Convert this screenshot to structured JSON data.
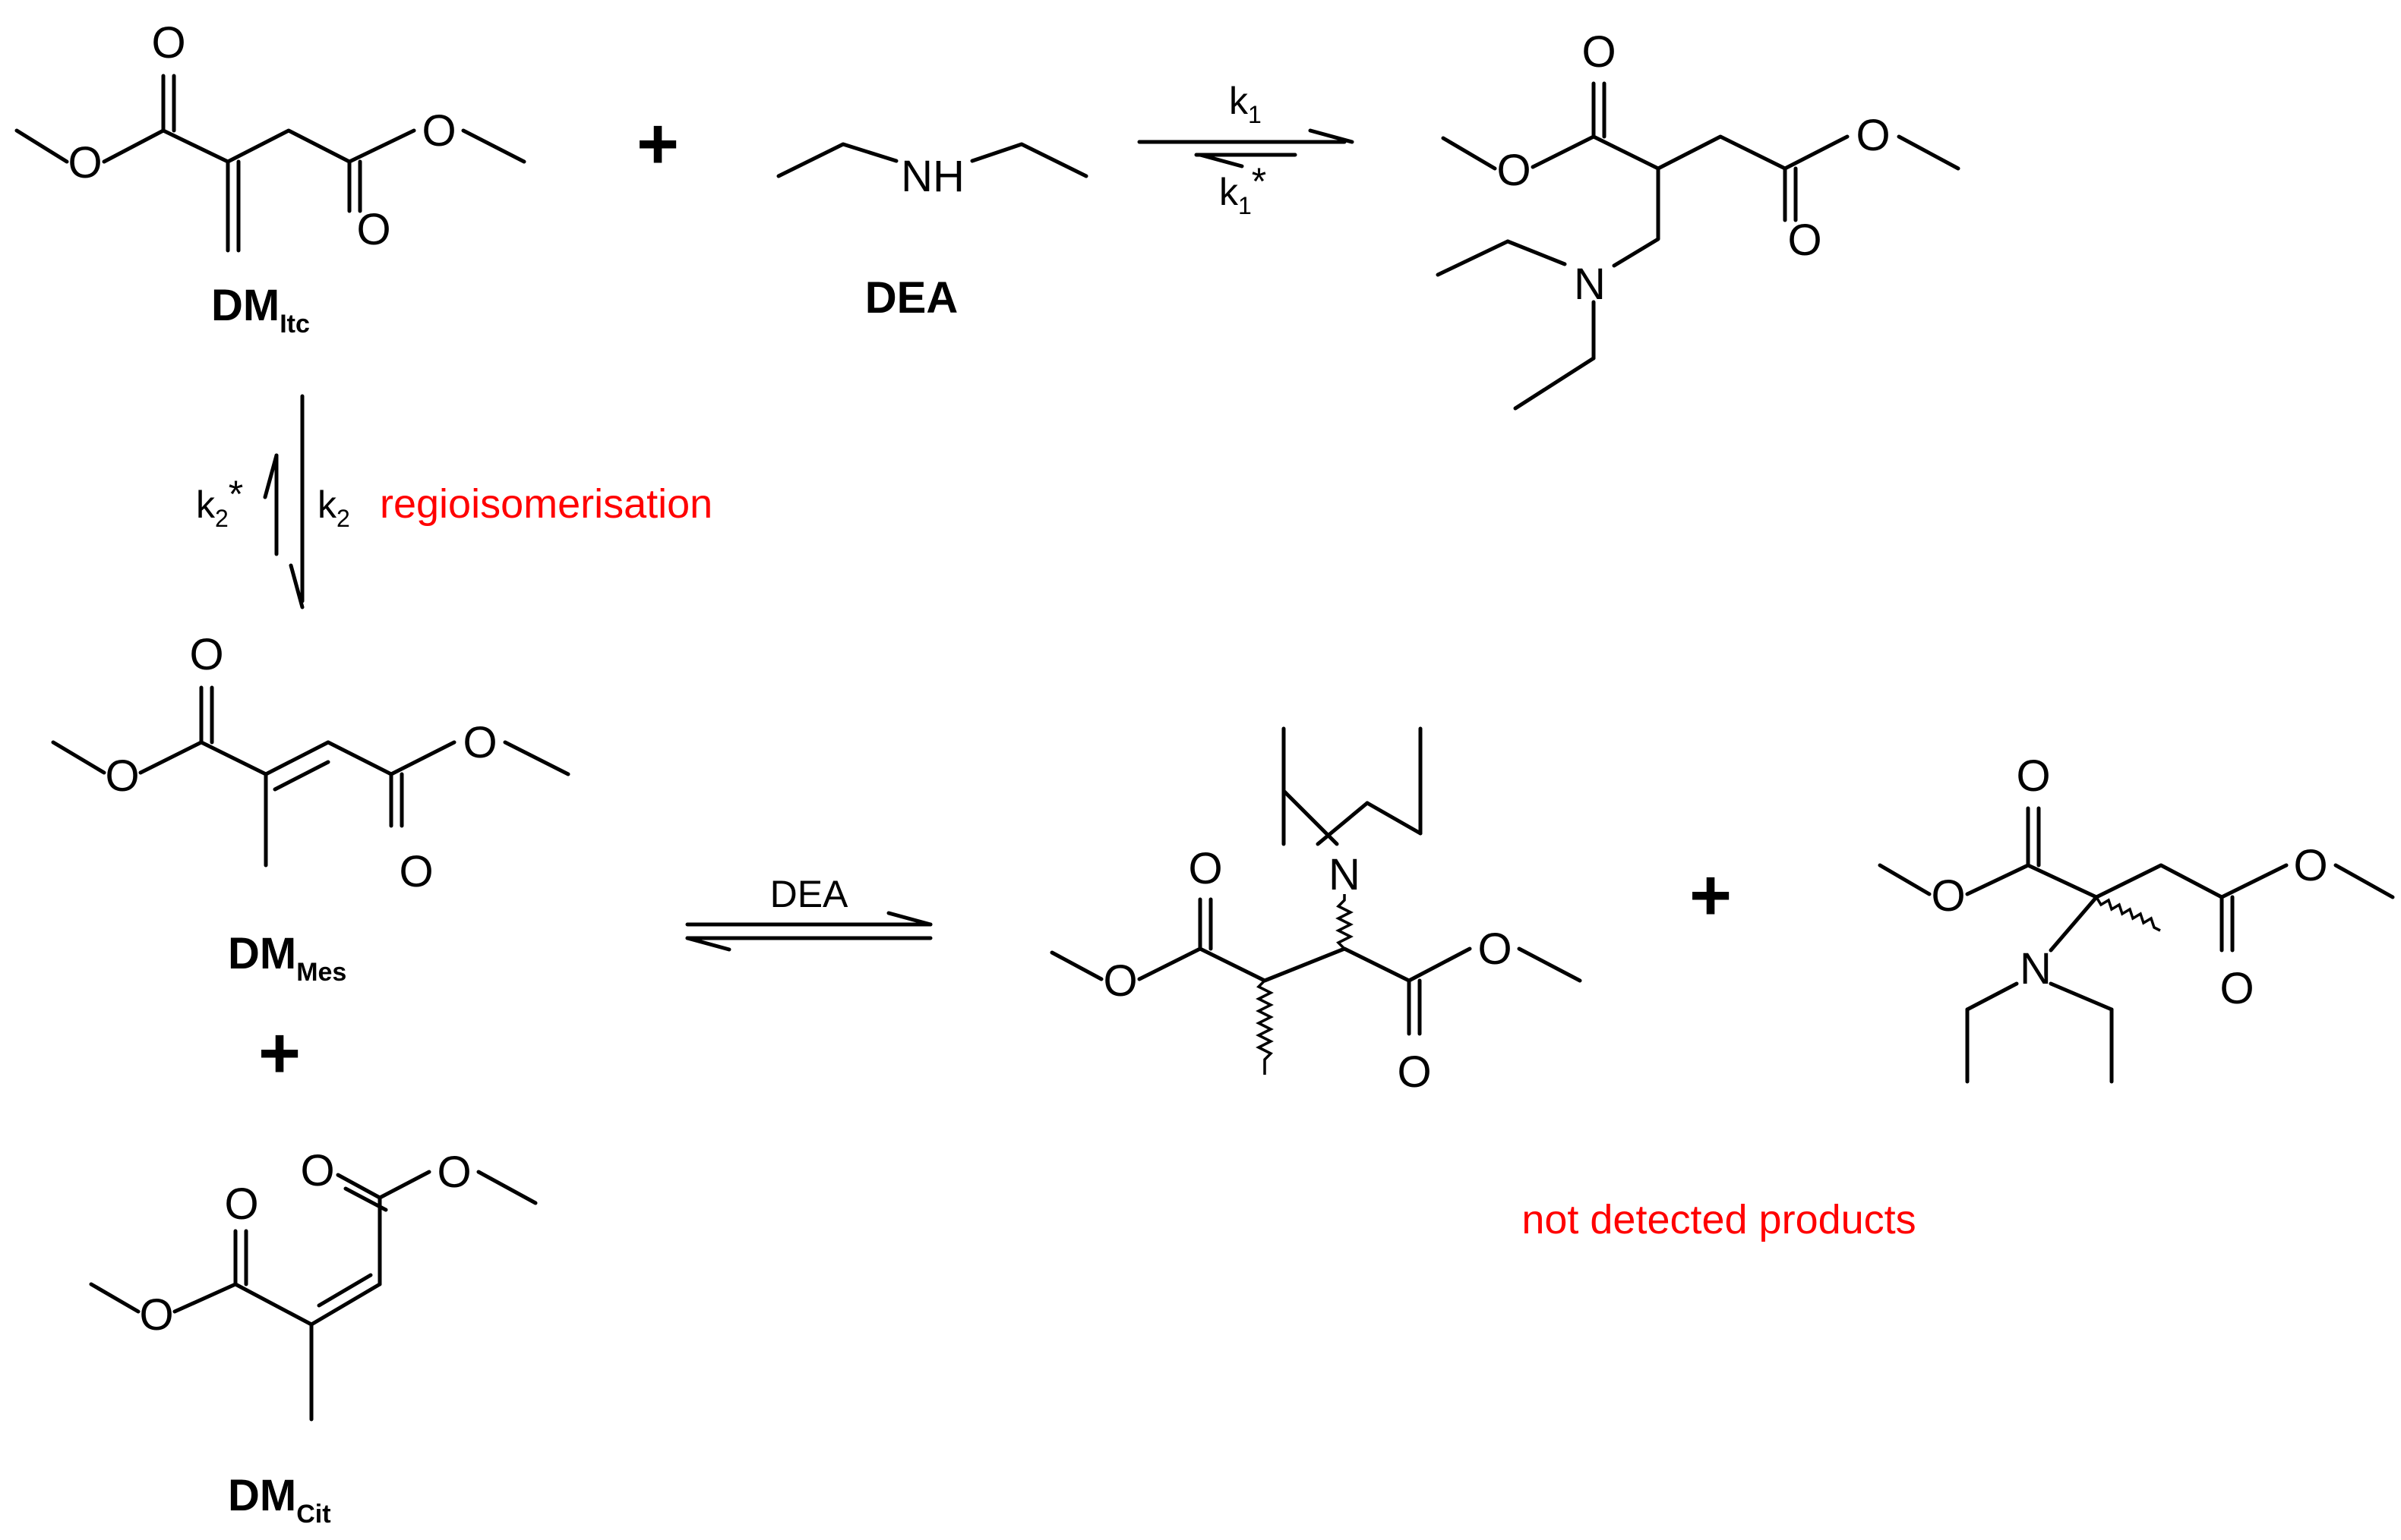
{
  "colors": {
    "ink": "#000000",
    "note": "#ff0000"
  },
  "atoms": {
    "oxygen": "O",
    "nitrogen": "N",
    "amine": "NH"
  },
  "compounds": {
    "itaconate": {
      "label": "DM",
      "subscript": "Itc"
    },
    "amine": {
      "label": "DEA"
    },
    "mesaconate": {
      "label": "DM",
      "subscript": "Mes"
    },
    "citraconate": {
      "label": "DM",
      "subscript": "Cit"
    }
  },
  "operators": {
    "plus": "+"
  },
  "rate_constants": {
    "k1_forward": {
      "symbol": "k",
      "subscript": "1",
      "suffix": ""
    },
    "k1_reverse": {
      "symbol": "k",
      "subscript": "1",
      "suffix": "*"
    },
    "k2_forward": {
      "symbol": "k",
      "subscript": "2",
      "suffix": ""
    },
    "k2_reverse": {
      "symbol": "k",
      "subscript": "2",
      "suffix": "*"
    }
  },
  "annotations": {
    "regioisomerisation": "regioisomerisation",
    "reagent_over_arrow": "DEA",
    "not_detected": "not detected products"
  }
}
